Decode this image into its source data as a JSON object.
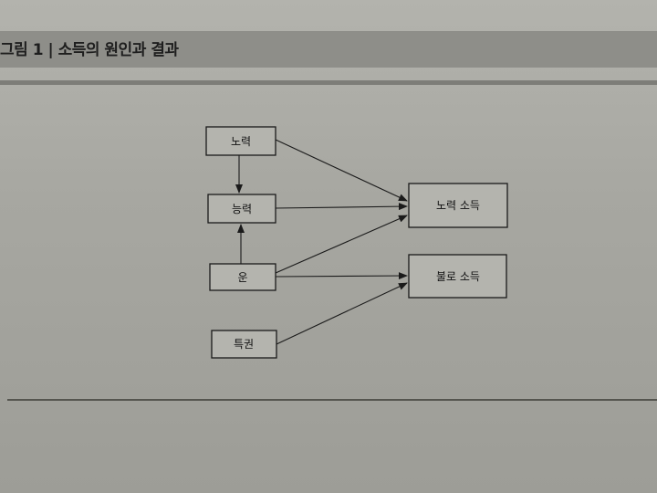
{
  "figure": {
    "title": "그림 1 | 소득의 원인과 결과"
  },
  "nodes": {
    "effort": "노력",
    "ability": "능력",
    "luck": "운",
    "privilege": "특권",
    "earned_income": "노력 소득",
    "unearned_income": "불로 소득"
  },
  "edges": [
    {
      "from": "노력",
      "to": "능력"
    },
    {
      "from": "노력",
      "to": "노력 소득"
    },
    {
      "from": "능력",
      "to": "노력 소득"
    },
    {
      "from": "운",
      "to": "능력"
    },
    {
      "from": "운",
      "to": "노력 소득"
    },
    {
      "from": "운",
      "to": "불로 소득"
    },
    {
      "from": "특권",
      "to": "불로 소득"
    }
  ]
}
